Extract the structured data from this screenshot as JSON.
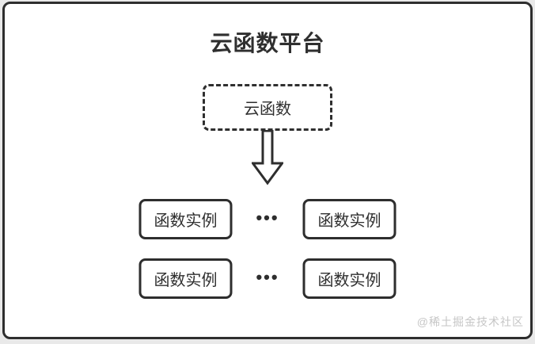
{
  "colors": {
    "page_background": "#e9e9e9",
    "card_background": "#ffffff",
    "line": "#2e2e2e",
    "text": "#2f2f2f",
    "watermark": "#c6c6c6"
  },
  "diagram": {
    "title": "云函数平台",
    "source_box": {
      "label": "云函数"
    },
    "arrow": {
      "direction": "down",
      "style": "hollow-outline"
    },
    "instance_rows": [
      {
        "left": "函数实例",
        "dots": "•••",
        "right": "函数实例"
      },
      {
        "left": "函数实例",
        "dots": "•••",
        "right": "函数实例"
      }
    ],
    "watermark": "@稀土掘金技术社区"
  }
}
